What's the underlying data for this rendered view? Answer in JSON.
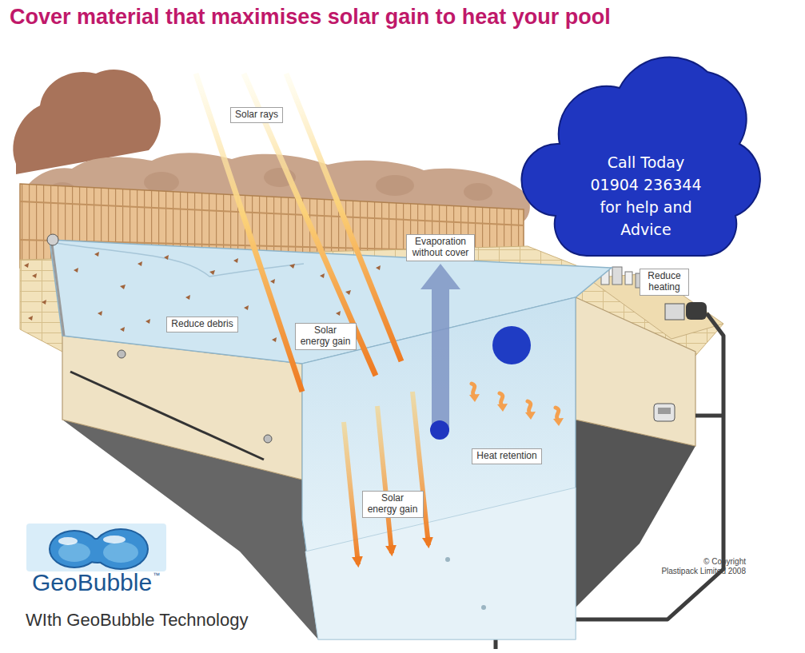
{
  "diagram": {
    "title": "Cover material that maximises solar gain to heat your pool",
    "nodes": [
      {
        "text": [
          "Solar rays"
        ]
      },
      {
        "text": [
          "Call Today 01904 236344 for help and Advice"
        ]
      },
      {
        "text": [
          "Evaporation without cover"
        ]
      },
      {
        "text": [
          "Reduce heating"
        ]
      },
      {
        "text": [
          "Reduce debris"
        ]
      },
      {
        "text": [
          "Solar energy gain"
        ]
      },
      {
        "text": [
          "Heat retention"
        ]
      },
      {
        "text": [
          "Solar energy gain"
        ]
      },
      {
        "text": [
          "GeoBubble"
        ]
      }
    ],
    "labels": [
      "© Copyright",
      "Plastipack Limited 2008",
      "™",
      "WIth GeoBubble Technology"
    ]
  }
}
